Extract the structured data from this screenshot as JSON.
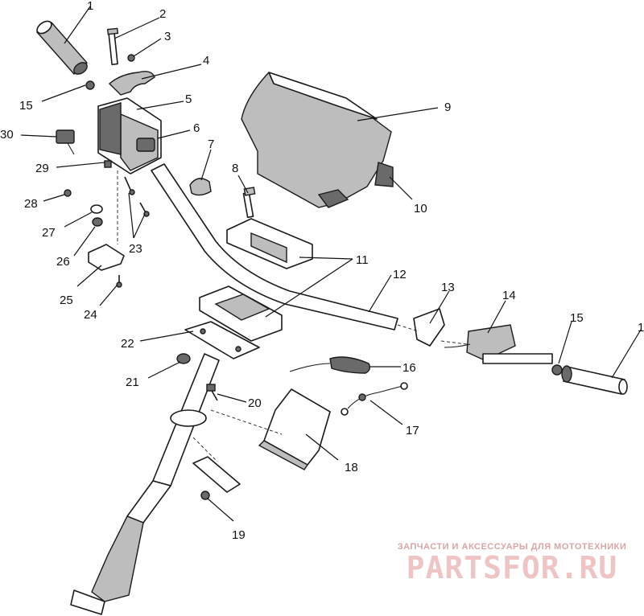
{
  "callouts": {
    "c1a": "1",
    "c1b": "1",
    "c2": "2",
    "c3": "3",
    "c4": "4",
    "c5": "5",
    "c6": "6",
    "c7": "7",
    "c8": "8",
    "c9": "9",
    "c10": "10",
    "c11": "11",
    "c12": "12",
    "c13": "13",
    "c14": "14",
    "c15a": "15",
    "c15b": "15",
    "c16": "16",
    "c17": "17",
    "c18": "18",
    "c19": "19",
    "c20": "20",
    "c21": "21",
    "c22": "22",
    "c23": "23",
    "c24": "24",
    "c25": "25",
    "c26": "26",
    "c27": "27",
    "c28": "28",
    "c29": "29",
    "c30": "30"
  },
  "watermark": {
    "tagline": "ЗАПЧАСТИ И АКСЕССУАРЫ ДЛЯ МОТОТЕХНИКИ",
    "brand": "PARTSFOR.RU"
  }
}
